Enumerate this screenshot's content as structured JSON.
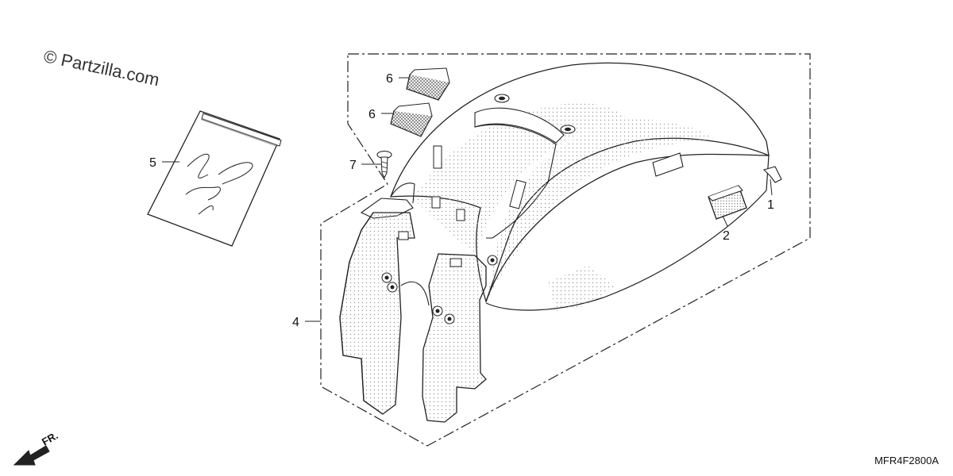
{
  "watermark": "© Partzilla.com",
  "diagram_code": "MFR4F2800A",
  "front_indicator": "FR.",
  "callouts": [
    {
      "id": "1",
      "label": "1"
    },
    {
      "id": "2",
      "label": "2"
    },
    {
      "id": "4",
      "label": "4"
    },
    {
      "id": "5",
      "label": "5"
    },
    {
      "id": "6a",
      "label": "6"
    },
    {
      "id": "6b",
      "label": "6"
    },
    {
      "id": "7",
      "label": "7"
    }
  ],
  "colors": {
    "line": "#222222",
    "dots": "#9a9a9a",
    "background": "#ffffff"
  }
}
